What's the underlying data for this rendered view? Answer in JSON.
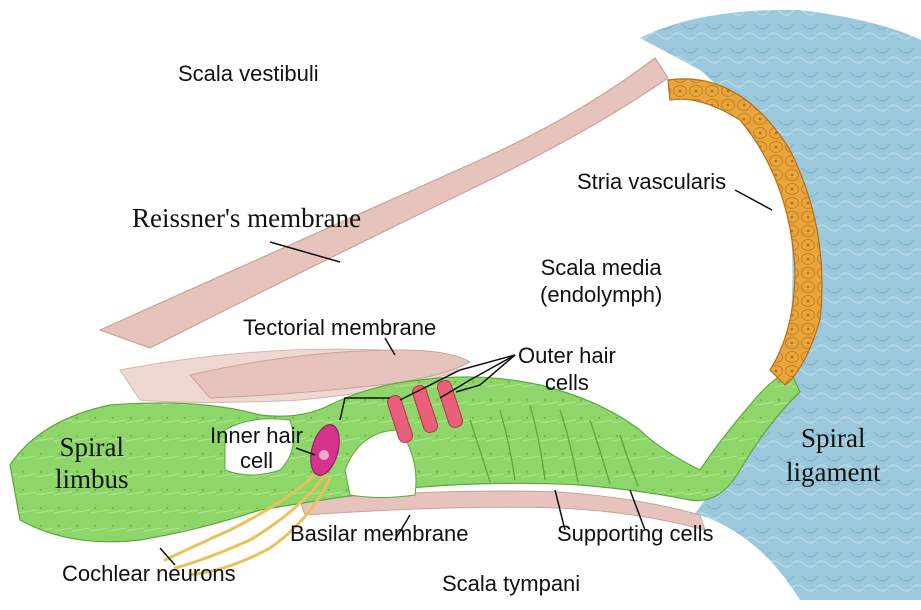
{
  "labels": {
    "scala_vestibuli": "Scala vestibuli",
    "reissners_membrane": "Reissner's membrane",
    "stria_vascularis": "Stria vascularis",
    "scala_media_line1": "Scala media",
    "scala_media_line2": "(endolymph)",
    "tectorial_membrane": "Tectorial membrane",
    "outer_hair_line1": "Outer hair",
    "outer_hair_line2": "cells",
    "spiral_limbus_line1": "Spiral",
    "spiral_limbus_line2": "limbus",
    "inner_hair_line1": "Inner hair",
    "inner_hair_line2": "cell",
    "spiral_ligament_line1": "Spiral",
    "spiral_ligament_line2": "ligament",
    "basilar_membrane": "Basilar membrane",
    "supporting_cells": "Supporting cells",
    "cochlear_neurons": "Cochlear neurons",
    "scala_tympani": "Scala tympani"
  },
  "colors": {
    "membrane_pink": "#e6c4bd",
    "tissue_green": "#8fd66a",
    "tissue_green_dark": "#6cbf4a",
    "stria_orange": "#e8a63c",
    "ligament_blue": "#9cc8dc",
    "hair_cell_magenta": "#d4348c",
    "outer_hair_pink": "#e8607a",
    "neuron_yellow": "#e9c25a"
  }
}
